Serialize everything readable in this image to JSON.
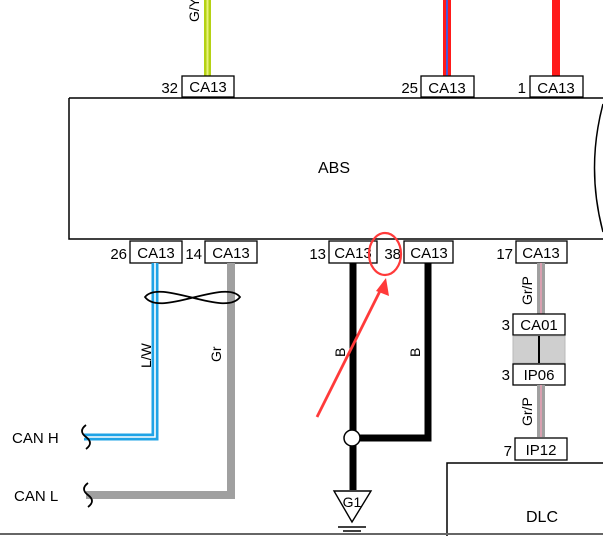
{
  "modules": {
    "abs": "ABS",
    "dlc": "DLC"
  },
  "connectors": {
    "top": [
      {
        "pin": "32",
        "name": "CA13"
      },
      {
        "pin": "25",
        "name": "CA13"
      },
      {
        "pin": "1",
        "name": "CA13"
      }
    ],
    "bottom": [
      {
        "pin": "26",
        "name": "CA13"
      },
      {
        "pin": "14",
        "name": "CA13"
      },
      {
        "pin": "13",
        "name": "CA13"
      },
      {
        "pin": "38",
        "name": "CA13"
      },
      {
        "pin": "17",
        "name": "CA13"
      }
    ],
    "inline": [
      {
        "pin": "3",
        "name": "CA01"
      },
      {
        "pin": "3",
        "name": "IP06"
      },
      {
        "pin": "7",
        "name": "IP12"
      }
    ]
  },
  "wires": {
    "top_left_color": "G/Y",
    "can_h_color": "L/W",
    "can_l_color": "Gr",
    "ground_left_color": "B",
    "ground_right_color": "B",
    "dlc_upper_color": "Gr/P",
    "dlc_lower_color": "Gr/P"
  },
  "signals": {
    "can_h": "CAN H",
    "can_l": "CAN L"
  },
  "ground": {
    "label": "G1"
  },
  "colors": {
    "yellow_green": "#b5d214",
    "blue": "#1fa3e6",
    "gray": "#a0a0a0",
    "black": "#000000",
    "red": "#ff1a1a",
    "annotation_red": "#ff3a3a",
    "violet": "#6a5acd",
    "pink": "#d9a0b0"
  }
}
